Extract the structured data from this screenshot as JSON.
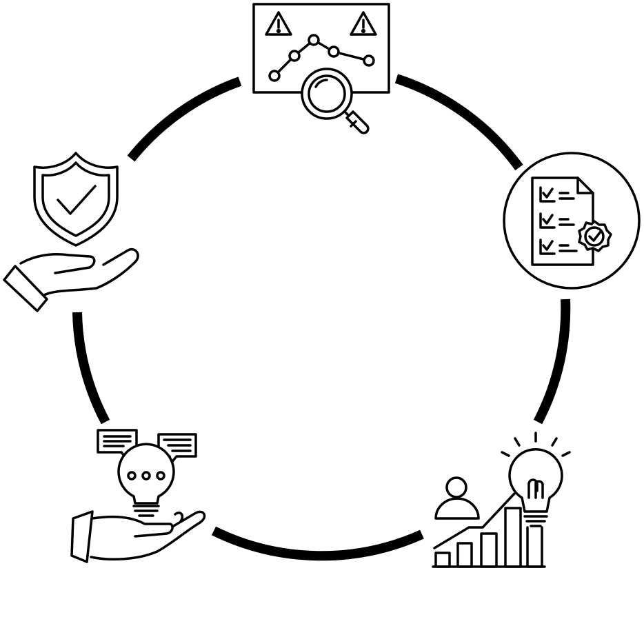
{
  "diagram": {
    "kind": "cycle",
    "stroke_color": "#000000",
    "background_color": "#ffffff",
    "stages": [
      {
        "id": "risk-analysis",
        "icon": "chart-warning-magnifier-icon"
      },
      {
        "id": "checklist",
        "icon": "checklist-approved-icon"
      },
      {
        "id": "growth",
        "icon": "person-growth-idea-icon"
      },
      {
        "id": "idea-sharing",
        "icon": "hand-lightbulb-chat-icon"
      },
      {
        "id": "protection",
        "icon": "hand-shield-check-icon"
      }
    ]
  }
}
